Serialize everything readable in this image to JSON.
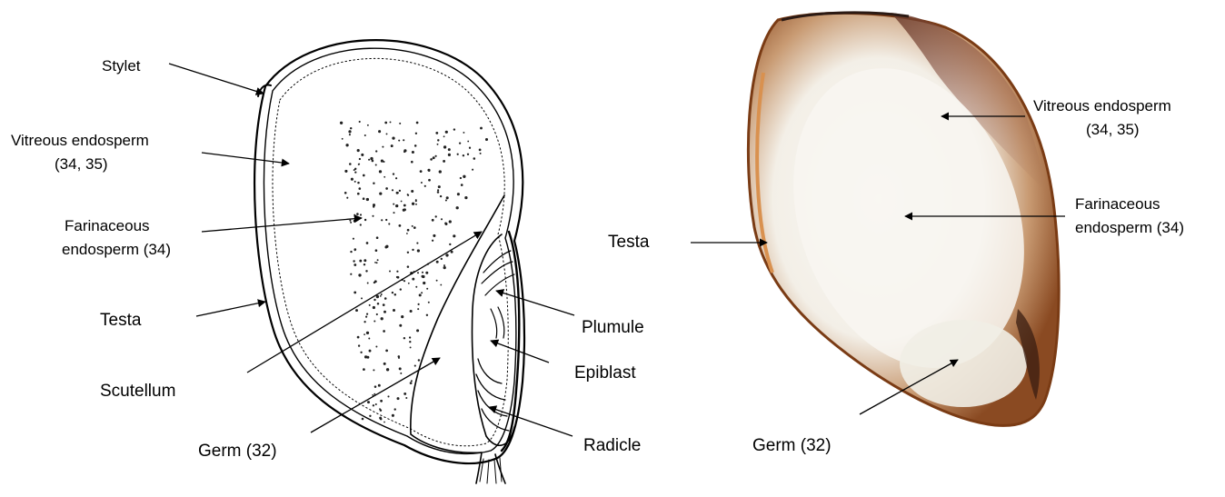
{
  "left_panel": {
    "labels": {
      "stylet": "Stylet",
      "vitreous_line1": "Vitreous endosperm",
      "vitreous_line2": "(34, 35)",
      "farinaceous_line1": "Farinaceous",
      "farinaceous_line2": "endosperm (34)",
      "testa": "Testa",
      "scutellum": "Scutellum",
      "germ": "Germ (32)",
      "plumule": "Plumule",
      "epiblast": "Epiblast",
      "radicle": "Radicle"
    }
  },
  "right_panel": {
    "labels": {
      "vitreous_line1": "Vitreous endosperm",
      "vitreous_line2": "(34, 35)",
      "farinaceous_line1": "Farinaceous",
      "farinaceous_line2": "endosperm (34)",
      "testa": "Testa",
      "germ": "Germ (32)"
    }
  },
  "colors": {
    "ink": "#000000",
    "seed_coat": "#b56a2c",
    "seed_coat_dark": "#7a3b14",
    "endosperm": "#f7f4ee"
  }
}
